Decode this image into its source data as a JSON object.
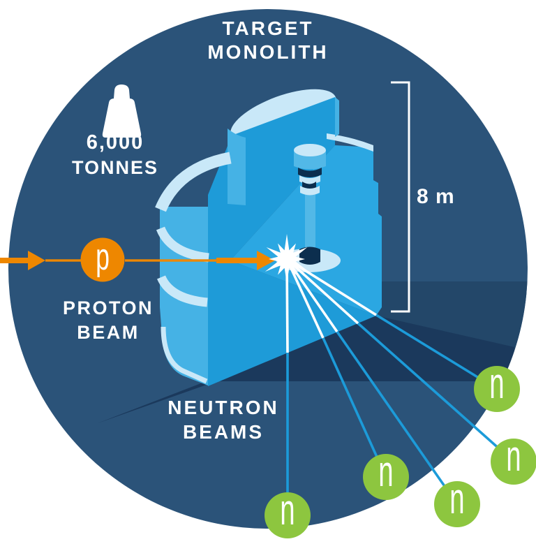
{
  "title": {
    "line1": "TARGET",
    "line2": "MONOLITH"
  },
  "weight": {
    "value": "6,000",
    "unit": "TONNES",
    "icon": "weight-icon"
  },
  "proton_beam": {
    "symbol": "p",
    "label_line1": "PROTON",
    "label_line2": "BEAM",
    "color": "#EE8700"
  },
  "dimension": {
    "label": "8 m"
  },
  "neutron_beams": {
    "label_line1": "NEUTRON",
    "label_line2": "BEAMS",
    "symbol": "n",
    "count": 5,
    "beam_color": "#1C9BD9",
    "particle_color": "#8DC63F"
  },
  "background": {
    "circle_color": "#2B5379",
    "floor_band_color": "#234769",
    "shadow_wedge_color": "#1B395C"
  },
  "monolith": {
    "face_color": "#1E9BD8",
    "inner_face_color": "#2BA7E2",
    "shell_color": "#45B2E5",
    "top_color": "#C9E8F8",
    "detail_color": "#0C2E4E"
  }
}
